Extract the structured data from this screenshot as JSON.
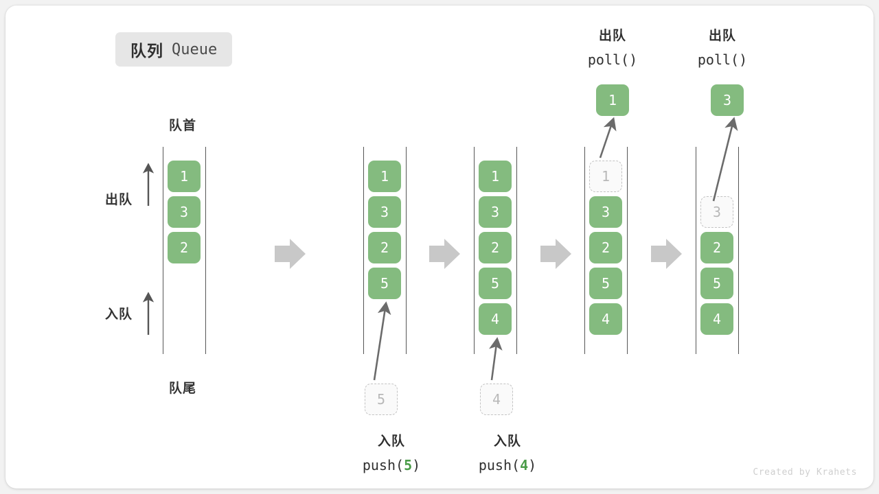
{
  "title": {
    "cn": "队列",
    "en": "Queue"
  },
  "labels": {
    "front": "队首",
    "rear": "队尾",
    "dequeue": "出队",
    "enqueue": "入队"
  },
  "colors": {
    "element": "#84bb7f",
    "ghost_border": "#c2c2c2",
    "ghost_text": "#b8b8b8",
    "rail": "#555555",
    "flow_arrow": "#c8c8c8",
    "badge_bg": "#e6e6e6",
    "highlight": "#4a9c48"
  },
  "columns": [
    {
      "name": "initial",
      "items": [
        "1",
        "3",
        "2"
      ]
    },
    {
      "name": "after-push-5",
      "items": [
        "1",
        "3",
        "2",
        "5"
      ]
    },
    {
      "name": "after-push-4",
      "items": [
        "1",
        "3",
        "2",
        "5",
        "4"
      ]
    },
    {
      "name": "poll-1",
      "items": [
        "1",
        "3",
        "2",
        "5",
        "4"
      ],
      "ghost_index": 0
    },
    {
      "name": "poll-3",
      "items": [
        "",
        "3",
        "2",
        "5",
        "4"
      ],
      "ghost_index": 1
    }
  ],
  "operations": {
    "push_5": {
      "cn": "入队",
      "code_prefix": "push(",
      "code_value": "5",
      "code_suffix": ")",
      "ghost_value": "5"
    },
    "push_4": {
      "cn": "入队",
      "code_prefix": "push(",
      "code_value": "4",
      "code_suffix": ")",
      "ghost_value": "4"
    },
    "poll_1": {
      "cn": "出队",
      "code": "poll()",
      "popped_value": "1"
    },
    "poll_3": {
      "cn": "出队",
      "code": "poll()",
      "popped_value": "3"
    }
  },
  "credit": "Created by Krahets"
}
